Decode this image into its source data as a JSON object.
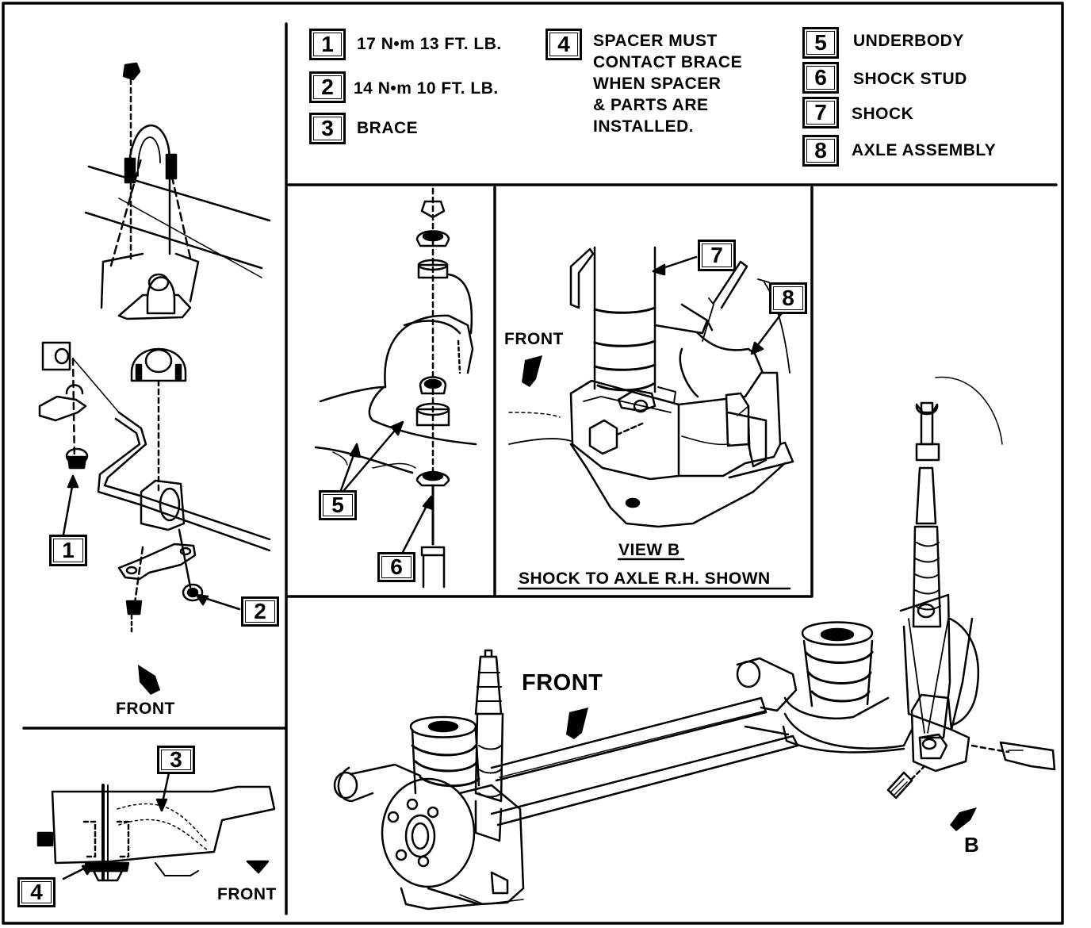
{
  "legend": [
    {
      "num": "1",
      "text": "17 N•m 13 FT. LB."
    },
    {
      "num": "2",
      "text": "14 N•m 10 FT. LB."
    },
    {
      "num": "3",
      "text": "BRACE"
    },
    {
      "num": "4",
      "text_lines": [
        "SPACER MUST",
        "CONTACT BRACE",
        "WHEN SPACER",
        "& PARTS ARE",
        "INSTALLED."
      ]
    },
    {
      "num": "5",
      "text": "UNDERBODY"
    },
    {
      "num": "6",
      "text": "SHOCK STUD"
    },
    {
      "num": "7",
      "text": "SHOCK"
    },
    {
      "num": "8",
      "text": "AXLE ASSEMBLY"
    }
  ],
  "callouts": {
    "c1": "1",
    "c2": "2",
    "c3": "3",
    "c4": "4",
    "c5": "5",
    "c6": "6",
    "c7": "7",
    "c8": "8"
  },
  "labels": {
    "front_stabilizer": "FRONT",
    "front_brace": "FRONT",
    "front_view_b": "FRONT",
    "front_axle": "FRONT",
    "view_b_title": "VIEW B",
    "view_b_caption": "SHOCK TO AXLE R.H. SHOWN",
    "view_b_marker": "B"
  }
}
